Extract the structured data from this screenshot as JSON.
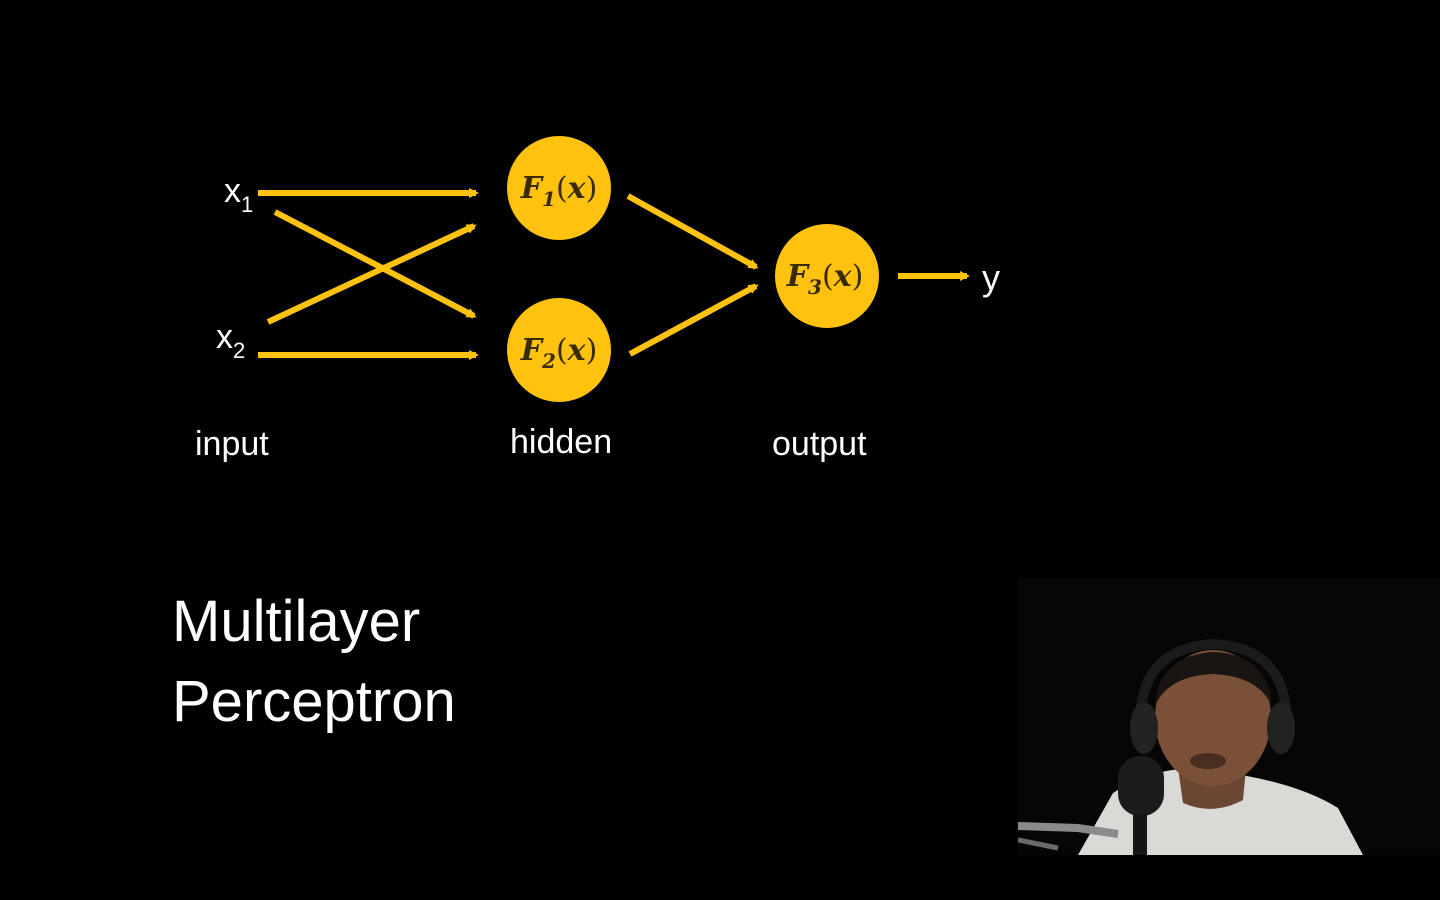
{
  "diagram": {
    "inputs": [
      {
        "base": "x",
        "sub": "1"
      },
      {
        "base": "x",
        "sub": "2"
      }
    ],
    "hidden_nodes": [
      {
        "fn": "F",
        "sub": "1",
        "arg": "x"
      },
      {
        "fn": "F",
        "sub": "2",
        "arg": "x"
      }
    ],
    "output_node": {
      "fn": "F",
      "sub": "3",
      "arg": "x"
    },
    "output_label": "y",
    "layer_labels": {
      "input": "input",
      "hidden": "hidden",
      "output": "output"
    },
    "colors": {
      "node_fill": "#FFC20E",
      "arrow": "#FFC20E",
      "text": "#FFFFFF",
      "background": "#000000"
    }
  },
  "title": {
    "line1": "Multilayer",
    "line2": "Perceptron"
  },
  "webcam": {
    "icon": "presenter-webcam-feed"
  }
}
